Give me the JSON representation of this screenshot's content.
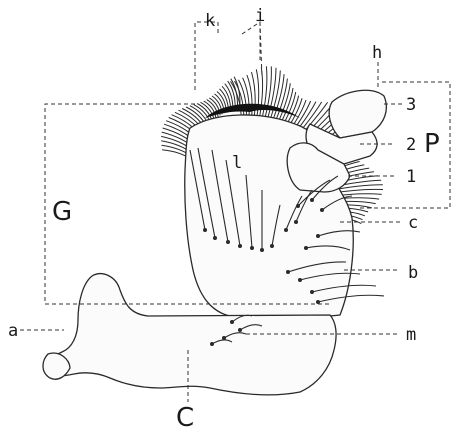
{
  "labels": {
    "k": "k",
    "i": "i",
    "h": "h",
    "n3": "3",
    "n2": "2",
    "n1": "1",
    "l": "l",
    "P": "P",
    "G": "G",
    "c": "c",
    "b": "b",
    "a": "a",
    "m": "m",
    "C": "C"
  }
}
